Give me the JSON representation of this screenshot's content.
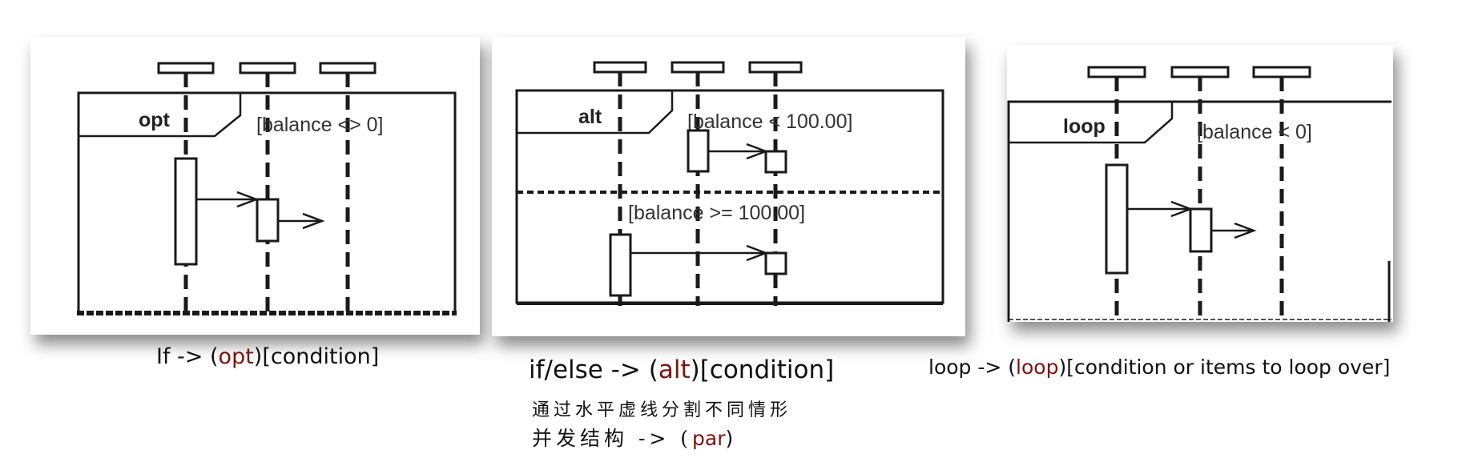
{
  "colors": {
    "keyword": "#7a1414",
    "line": "#1a1a1a",
    "text": "#111111"
  },
  "diagrams": [
    {
      "frame_keyword": "opt",
      "guards": [
        "[balance <> 0]"
      ],
      "caption": {
        "prefix": "If -> (",
        "keyword": "opt",
        "suffix": ")[condition]"
      }
    },
    {
      "frame_keyword": "alt",
      "guards": [
        "[balance < 100.00]",
        "[balance >= 100.00]"
      ],
      "caption": {
        "prefix": "if/else -> (",
        "keyword": "alt",
        "suffix": ")[condition]"
      },
      "notes": [
        "通过水平虚线分割不同情形"
      ],
      "extra_caption": {
        "prefix": "并发结构 -> (",
        "keyword": "par",
        "suffix": ")"
      }
    },
    {
      "frame_keyword": "loop",
      "guards": [
        "[balance < 0]"
      ],
      "caption": {
        "prefix": "loop -> (",
        "keyword": "loop",
        "suffix": ")[condition or items to loop over]"
      }
    }
  ]
}
